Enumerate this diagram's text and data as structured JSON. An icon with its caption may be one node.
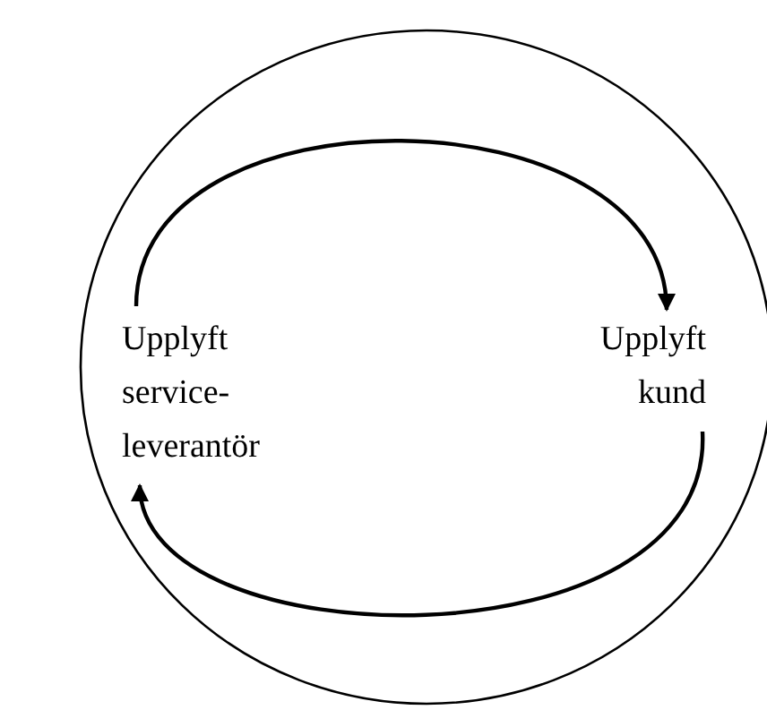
{
  "diagram": {
    "nodes": [
      {
        "text": [],
        "shape": "circle"
      },
      {
        "text": [
          "Upplyft service-leverantör"
        ],
        "in": 0
      },
      {
        "text": [
          "Upplyft kund"
        ],
        "in": 0
      }
    ],
    "edges": [
      {
        "from": 1,
        "to": 2,
        "arrow": "to"
      },
      {
        "from": 2,
        "to": 1,
        "arrow": "to"
      }
    ]
  }
}
